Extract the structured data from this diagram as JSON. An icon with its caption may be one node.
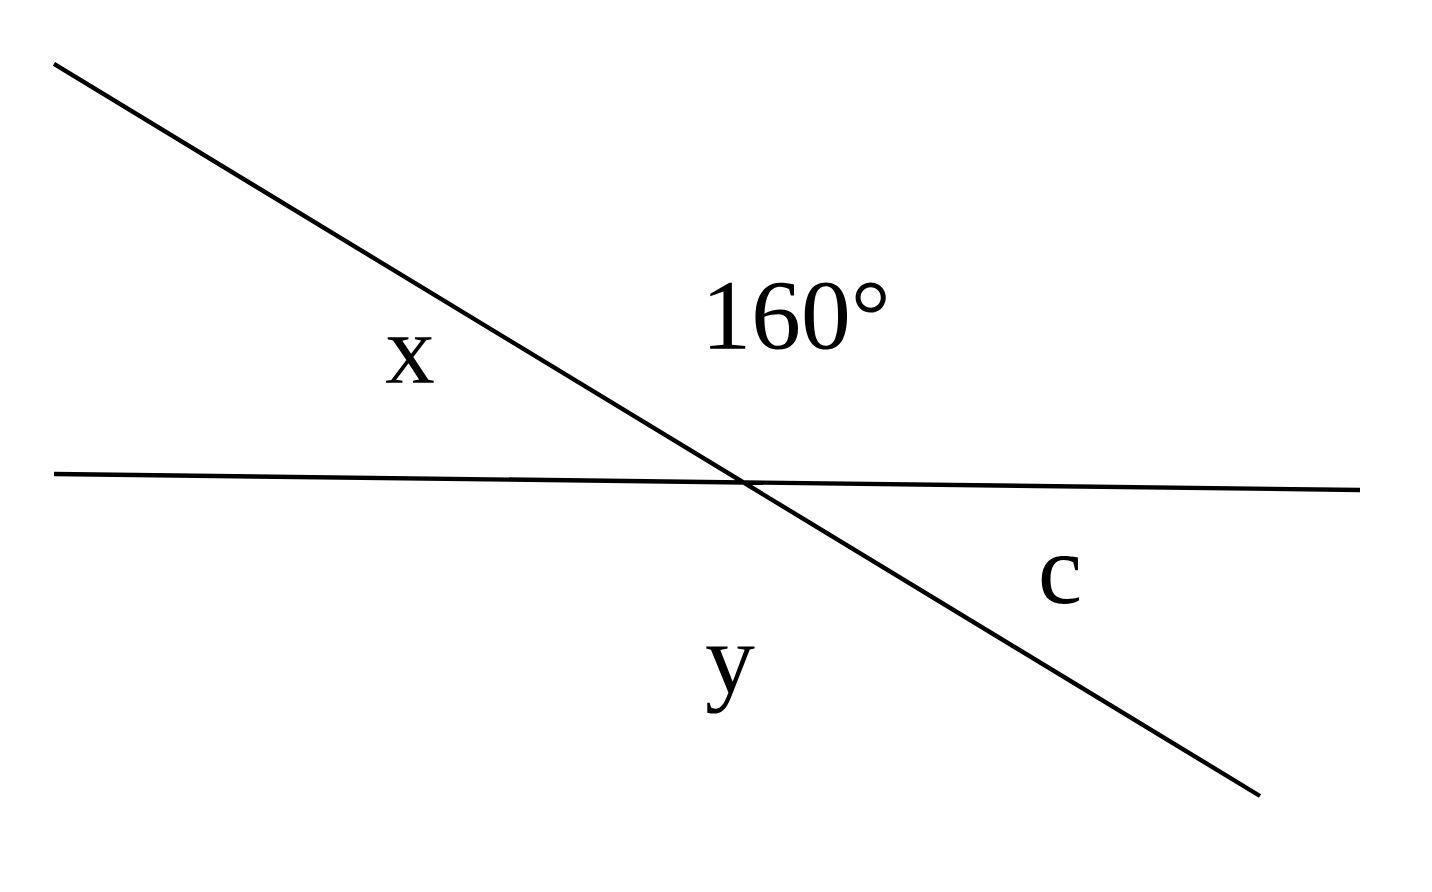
{
  "diagram": {
    "labels": [
      "160°",
      "x",
      "c",
      "y"
    ]
  }
}
